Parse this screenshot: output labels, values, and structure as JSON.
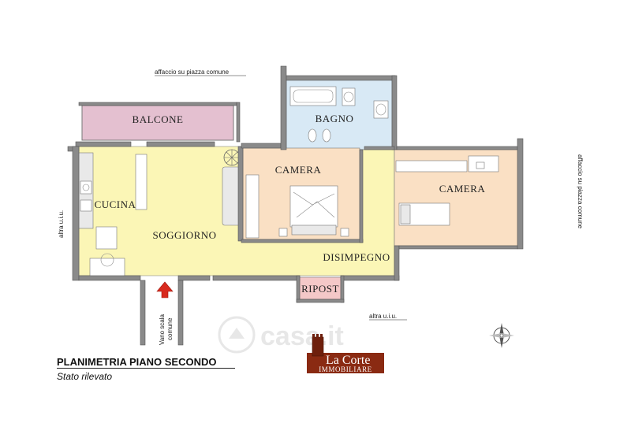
{
  "plan": {
    "title": "PLANIMETRIA PIANO SECONDO",
    "subtitle": "Stato rilevato"
  },
  "rooms": {
    "balcone": "BALCONE",
    "bagno": "BAGNO",
    "camera_1": "CAMERA",
    "camera_2": "CAMERA",
    "cucina": "CUCINA",
    "soggiorno": "SOGGIORNO",
    "disimpegno": "DISIMPEGNO",
    "ripost": "RIPOST"
  },
  "notes": {
    "affaccio_top": "affaccio su piazza comune",
    "affaccio_right": "affaccio su piazza comune",
    "altra_uiu_left": "altra u.i.u.",
    "altra_uiu_bottom": "altra u.i.u.",
    "vano_scala_line1": "Vano scala",
    "vano_scala_line2": "comune"
  },
  "logo": {
    "line1": "La Corte",
    "line2": "IMMOBILIARE",
    "watermark": "casa.it"
  },
  "colors": {
    "living_yellow": "#fbf6b6",
    "bedroom_peach": "#fae0c4",
    "bathroom_blue": "#d8e9f5",
    "balcony_mauve": "#e4c0d0",
    "storage_pink": "#f4c8c8",
    "wall_grey": "#8a8a8a",
    "entry_arrow": "#d82a1e",
    "logo_brown": "#8a2a12"
  },
  "icons": {
    "compass": "compass-rose-icon",
    "entry": "entry-arrow-icon"
  }
}
